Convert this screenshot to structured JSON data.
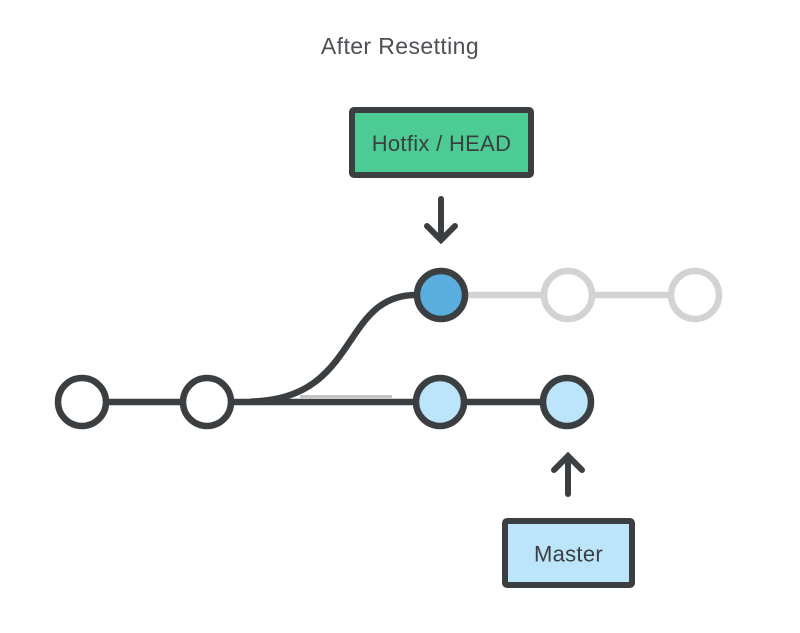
{
  "title": "After Resetting",
  "labels": {
    "hotfix_head": "Hotfix / HEAD",
    "master": "Master"
  },
  "colors": {
    "background": "#ffffff",
    "ink": "#3b3f42",
    "title_text": "#4d5054",
    "hotfix_green": "#4dcb94",
    "head_blue": "#5aaede",
    "master_light_blue": "#bce4fb",
    "inactive_gray": "#d2d3d4",
    "remnant_gray": "#c3c4c6",
    "commit_white": "#ffffff"
  },
  "graph": {
    "type": "git-commit-diagram",
    "rows": [
      {
        "name": "hotfix-branch",
        "commits": [
          {
            "id": "hotfix-head",
            "style": "blue-filled",
            "pointer_label": "Hotfix / HEAD"
          },
          {
            "id": "orphaned-1",
            "style": "gray-outline"
          },
          {
            "id": "orphaned-2",
            "style": "gray-outline"
          }
        ]
      },
      {
        "name": "master-branch",
        "commits": [
          {
            "id": "base-1",
            "style": "white-outline"
          },
          {
            "id": "base-2",
            "style": "white-outline"
          },
          {
            "id": "master-1",
            "style": "light-blue-filled"
          },
          {
            "id": "master-head",
            "style": "light-blue-filled",
            "pointer_label": "Master"
          }
        ]
      }
    ]
  }
}
